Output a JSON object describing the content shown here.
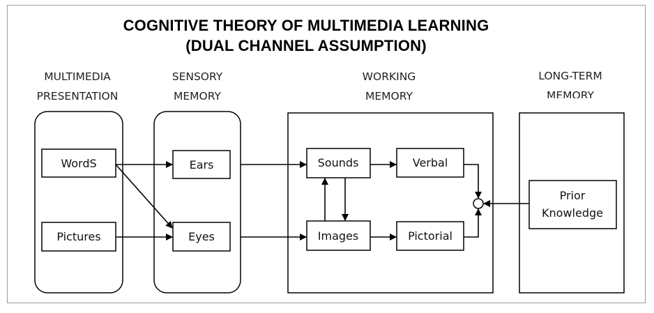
{
  "title": {
    "line1": "COGNITIVE THEORY OF MULTIMEDIA LEARNING",
    "line2": "(DUAL CHANNEL ASSUMPTION)"
  },
  "columns": {
    "multimedia": {
      "line1": "MULTIMEDIA",
      "line2": "PRESENTATION"
    },
    "sensory": {
      "line1": "SENSORY",
      "line2": "MEMORY"
    },
    "working": {
      "line1": "WORKING",
      "line2": "MEMORY"
    },
    "longterm": {
      "line1": "LONG-TERM",
      "line2": "MEMORY"
    }
  },
  "nodes": {
    "words": "WordS",
    "pictures": "Pictures",
    "ears": "Ears",
    "eyes": "Eyes",
    "sounds": "Sounds",
    "images": "Images",
    "verbal": "Verbal",
    "pictorial": "Pictorial",
    "prior_line1": "Prior",
    "prior_line2": "Knowledge"
  }
}
